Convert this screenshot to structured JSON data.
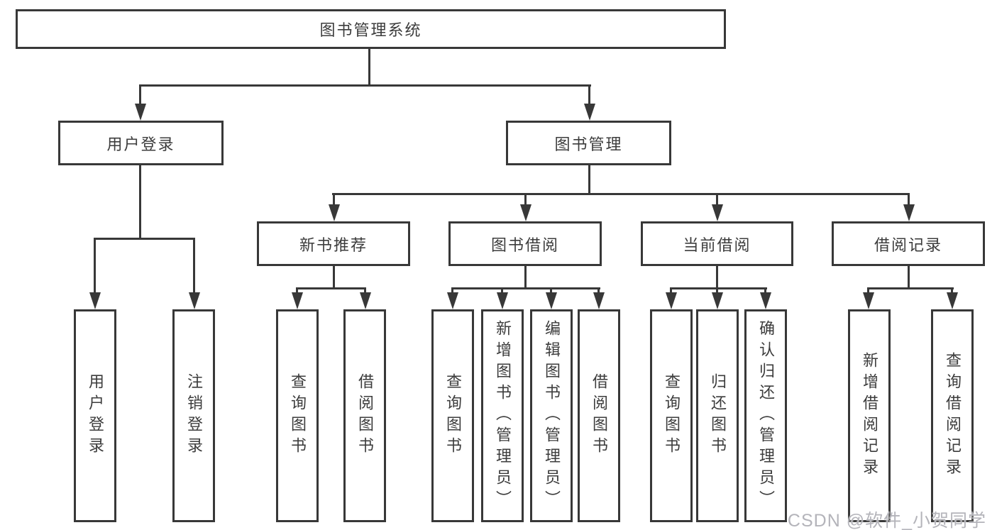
{
  "diagram": {
    "type": "tree",
    "root": {
      "label": "图书管理系统",
      "children": [
        {
          "label": "用户登录",
          "children": [
            {
              "label": "用户登录"
            },
            {
              "label": "注销登录"
            }
          ]
        },
        {
          "label": "图书管理",
          "children": [
            {
              "label": "新书推荐",
              "children": [
                {
                  "label": "查询图书"
                },
                {
                  "label": "借阅图书"
                }
              ]
            },
            {
              "label": "图书借阅",
              "children": [
                {
                  "label": "查询图书"
                },
                {
                  "label": "新增图书（管理员）"
                },
                {
                  "label": "编辑图书（管理员）"
                },
                {
                  "label": "借阅图书"
                }
              ]
            },
            {
              "label": "当前借阅",
              "children": [
                {
                  "label": "查询图书"
                },
                {
                  "label": "归还图书"
                },
                {
                  "label": "确认归还（管理员）"
                }
              ]
            },
            {
              "label": "借阅记录",
              "children": [
                {
                  "label": "新增借阅记录"
                },
                {
                  "label": "查询借阅记录"
                }
              ]
            }
          ]
        }
      ]
    }
  },
  "watermark": {
    "text": "CSDN @软件_小贺同学"
  },
  "colors": {
    "line": "#383838",
    "text": "#3c3c3c",
    "background": "#ffffff",
    "watermark": "#b4b4ba"
  }
}
